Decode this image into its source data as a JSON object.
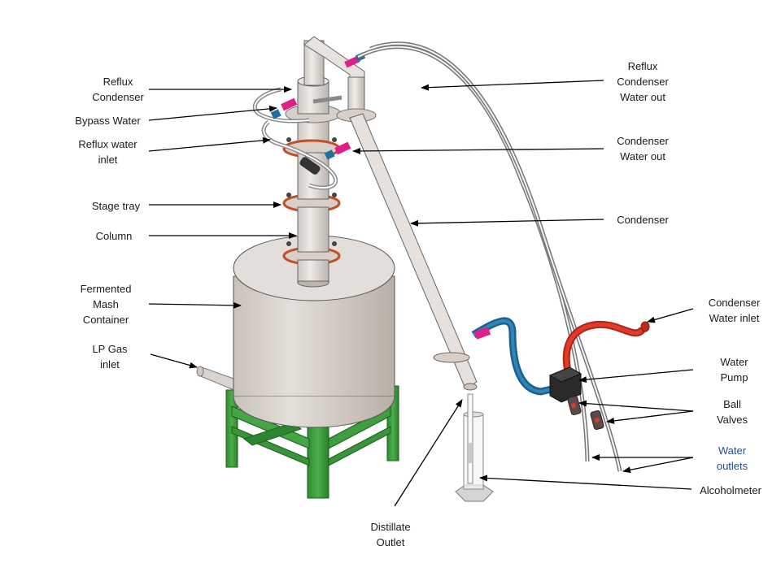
{
  "labels": {
    "reflux_condenser": "Reflux\nCondenser",
    "bypass_water": "Bypass Water",
    "reflux_water_inlet": "Reflux water\ninlet",
    "stage_tray": "Stage tray",
    "column": "Column",
    "fermented_mash_container": "Fermented\nMash\nContainer",
    "lp_gas_inlet": "LP Gas\ninlet",
    "distillate_outlet": "Distillate\nOutlet",
    "reflux_condenser_water_out": "Reflux\nCondenser\nWater out",
    "condenser_water_out": "Condenser\nWater out",
    "condenser": "Condenser",
    "condenser_water_inlet": "Condenser\nWater inlet",
    "water_pump": "Water\nPump",
    "ball_valves": "Ball\nValves",
    "water_outlets": "Water\noutlets",
    "alcoholmeter": "Alcoholmeter"
  },
  "colors": {
    "frame_green": "#3b9a3b",
    "vessel_grey": "#d8d2cc",
    "hot_pipe_red": "#e03a2a",
    "cold_pipe_blue": "#1f6f9f",
    "accent_magenta": "#e0208a",
    "outlet_label_blue": "#1f4e9e"
  }
}
